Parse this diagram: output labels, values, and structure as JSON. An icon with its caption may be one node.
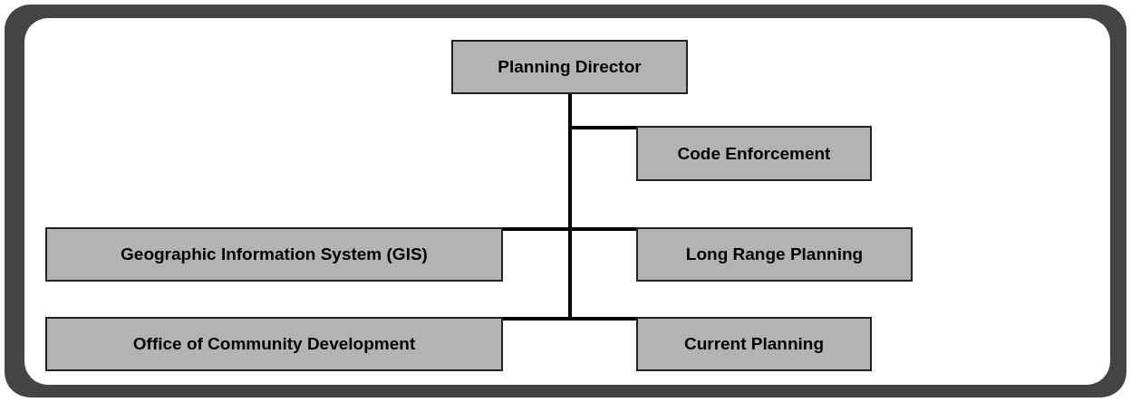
{
  "diagram": {
    "nodes": [
      {
        "text": [
          "Planning Director"
        ]
      },
      {
        "text": [
          "Code Enforcement"
        ]
      },
      {
        "text": [
          "Geographic Information System (GIS)"
        ]
      },
      {
        "text": [
          "Long Range Planning"
        ]
      },
      {
        "text": [
          "Office of Community Development"
        ]
      },
      {
        "text": [
          "Current Planning"
        ]
      }
    ],
    "edges": [
      {
        "from": 0,
        "to": 1,
        "arrow": "none"
      },
      {
        "from": 0,
        "to": 2,
        "arrow": "none"
      },
      {
        "from": 0,
        "to": 3,
        "arrow": "none"
      },
      {
        "from": 0,
        "to": 4,
        "arrow": "none"
      },
      {
        "from": 0,
        "to": 5,
        "arrow": "none"
      }
    ]
  }
}
